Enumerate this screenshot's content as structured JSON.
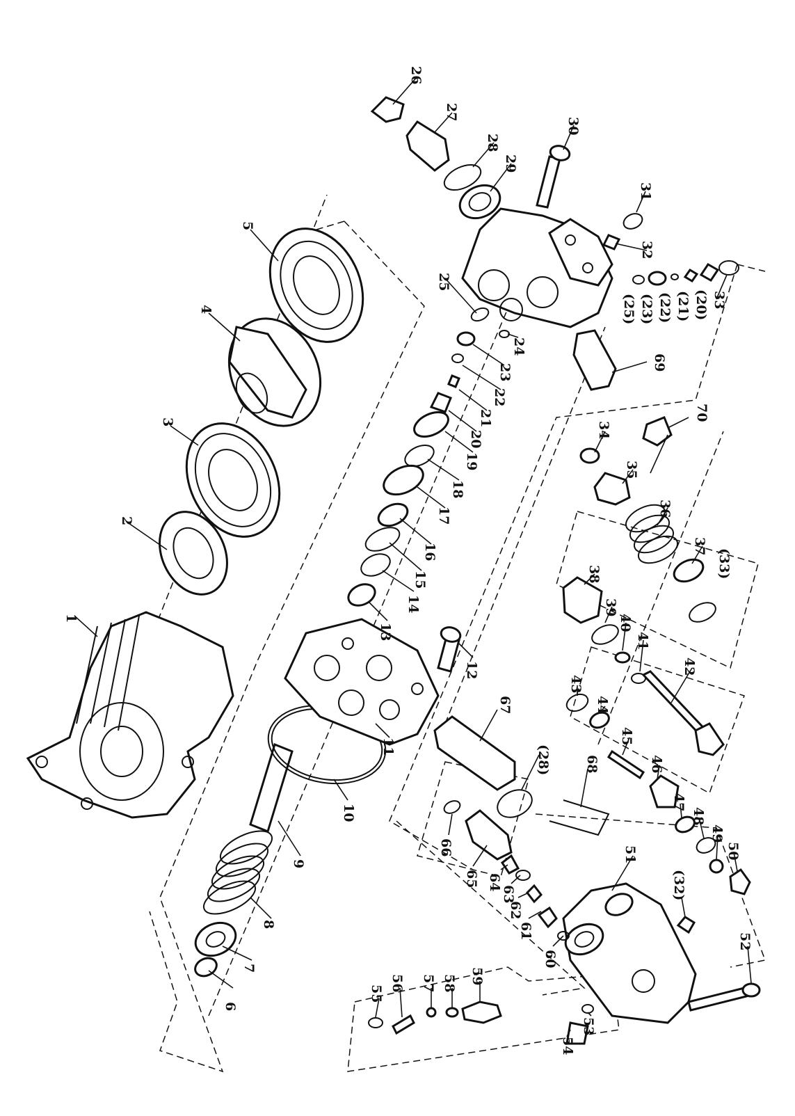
{
  "labels": [
    {
      "id": "1",
      "text": "1"
    },
    {
      "id": "2",
      "text": "2"
    },
    {
      "id": "3",
      "text": "3"
    },
    {
      "id": "4",
      "text": "4"
    },
    {
      "id": "5",
      "text": "5"
    },
    {
      "id": "6",
      "text": "6"
    },
    {
      "id": "7",
      "text": "7"
    },
    {
      "id": "8",
      "text": "8"
    },
    {
      "id": "9",
      "text": "9"
    },
    {
      "id": "10",
      "text": "10"
    },
    {
      "id": "11",
      "text": "11"
    },
    {
      "id": "12",
      "text": "12"
    },
    {
      "id": "13",
      "text": "13"
    },
    {
      "id": "14",
      "text": "14"
    },
    {
      "id": "15",
      "text": "15"
    },
    {
      "id": "16",
      "text": "16"
    },
    {
      "id": "17",
      "text": "17"
    },
    {
      "id": "18",
      "text": "18"
    },
    {
      "id": "19",
      "text": "19"
    },
    {
      "id": "20",
      "text": "20"
    },
    {
      "id": "21",
      "text": "21"
    },
    {
      "id": "22",
      "text": "22"
    },
    {
      "id": "23",
      "text": "23"
    },
    {
      "id": "24",
      "text": "24"
    },
    {
      "id": "25",
      "text": "25"
    },
    {
      "id": "26",
      "text": "26"
    },
    {
      "id": "27",
      "text": "27"
    },
    {
      "id": "28",
      "text": "28"
    },
    {
      "id": "29",
      "text": "29"
    },
    {
      "id": "30",
      "text": "30"
    },
    {
      "id": "31",
      "text": "31"
    },
    {
      "id": "32",
      "text": "32"
    },
    {
      "id": "p25",
      "text": "(25)"
    },
    {
      "id": "p23",
      "text": "(23)"
    },
    {
      "id": "p22",
      "text": "(22)"
    },
    {
      "id": "p21",
      "text": "(21)"
    },
    {
      "id": "p20",
      "text": "(20)"
    },
    {
      "id": "33",
      "text": "33"
    },
    {
      "id": "34",
      "text": "34"
    },
    {
      "id": "35",
      "text": "35"
    },
    {
      "id": "36",
      "text": "36"
    },
    {
      "id": "37",
      "text": "37"
    },
    {
      "id": "p33",
      "text": "(33)"
    },
    {
      "id": "38",
      "text": "38"
    },
    {
      "id": "39",
      "text": "39"
    },
    {
      "id": "40",
      "text": "40"
    },
    {
      "id": "41",
      "text": "41"
    },
    {
      "id": "42",
      "text": "42"
    },
    {
      "id": "43",
      "text": "43"
    },
    {
      "id": "44",
      "text": "44"
    },
    {
      "id": "45",
      "text": "45"
    },
    {
      "id": "46",
      "text": "46"
    },
    {
      "id": "47",
      "text": "47"
    },
    {
      "id": "48",
      "text": "48"
    },
    {
      "id": "49",
      "text": "49"
    },
    {
      "id": "50",
      "text": "50"
    },
    {
      "id": "51",
      "text": "51"
    },
    {
      "id": "p32",
      "text": "(32)"
    },
    {
      "id": "52",
      "text": "52"
    },
    {
      "id": "53",
      "text": "53"
    },
    {
      "id": "54",
      "text": "54"
    },
    {
      "id": "55",
      "text": "55"
    },
    {
      "id": "56",
      "text": "56"
    },
    {
      "id": "57",
      "text": "57"
    },
    {
      "id": "58",
      "text": "58"
    },
    {
      "id": "59",
      "text": "59"
    },
    {
      "id": "60",
      "text": "60"
    },
    {
      "id": "61",
      "text": "61"
    },
    {
      "id": "62",
      "text": "62"
    },
    {
      "id": "63",
      "text": "63"
    },
    {
      "id": "64",
      "text": "64"
    },
    {
      "id": "65",
      "text": "65"
    },
    {
      "id": "66",
      "text": "66"
    },
    {
      "id": "67",
      "text": "67"
    },
    {
      "id": "p28",
      "text": "(28)"
    },
    {
      "id": "68",
      "text": "68"
    },
    {
      "id": "69",
      "text": "69"
    },
    {
      "id": "70",
      "text": "70"
    }
  ]
}
